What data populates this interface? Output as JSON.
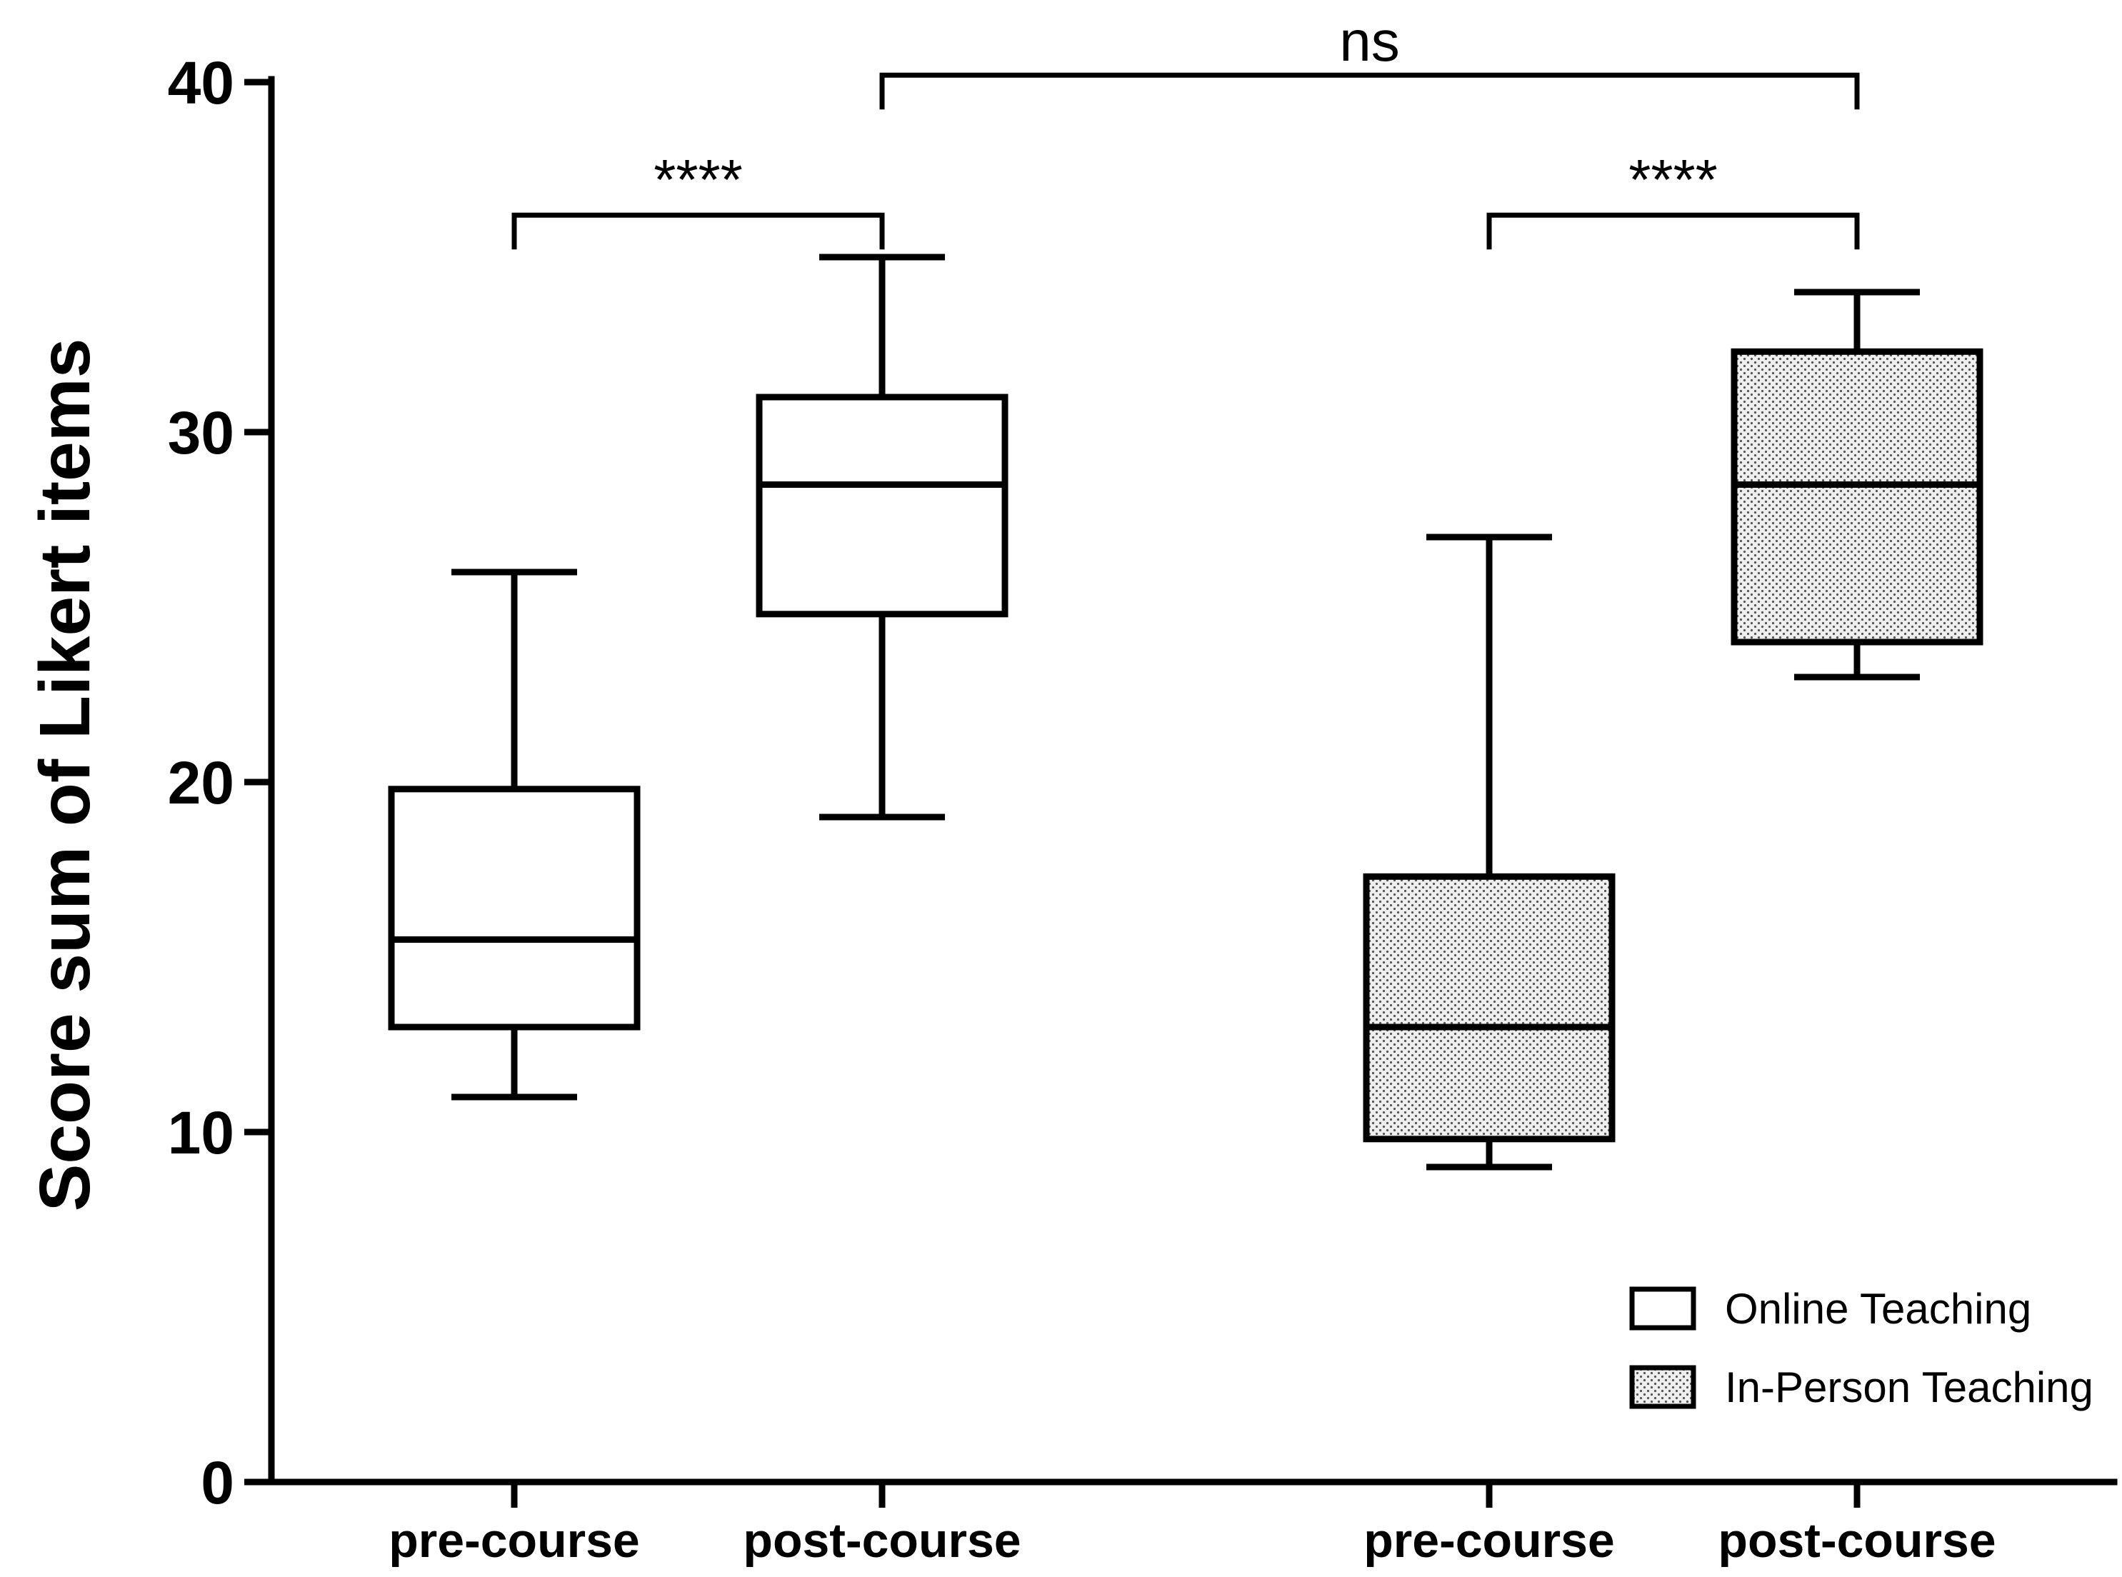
{
  "chart_data": {
    "type": "box",
    "ylabel": "Score sum of Likert  items",
    "xlabel": "",
    "title": "",
    "ylim": [
      0,
      40
    ],
    "yticks": [
      0,
      10,
      20,
      30,
      40
    ],
    "ytick_labels": [
      "0",
      "10",
      "20",
      "30",
      "40"
    ],
    "grid": false,
    "legend_position": "bottom-right",
    "series": [
      {
        "name": "Online Teaching",
        "fill": "plain",
        "color": "#ffffff"
      },
      {
        "name": "In-Person Teaching",
        "fill": "dotted",
        "color": "#d9d9d9"
      }
    ],
    "boxes": [
      {
        "category": "pre-course",
        "series": "Online Teaching",
        "min": 11,
        "q1": 13,
        "median": 15.5,
        "q3": 19.8,
        "max": 26
      },
      {
        "category": "post-course",
        "series": "Online Teaching",
        "min": 19,
        "q1": 24.8,
        "median": 28.5,
        "q3": 31,
        "max": 35
      },
      {
        "category": "pre-course",
        "series": "In-Person Teaching",
        "min": 9,
        "q1": 9.8,
        "median": 13,
        "q3": 17.3,
        "max": 27
      },
      {
        "category": "post-course",
        "series": "In-Person Teaching",
        "min": 23,
        "q1": 24,
        "median": 28.5,
        "q3": 32.3,
        "max": 34
      }
    ],
    "significance": [
      {
        "label": "****",
        "from": 0,
        "to": 1,
        "y": 36.2
      },
      {
        "label": "****",
        "from": 2,
        "to": 3,
        "y": 36.2
      },
      {
        "label": "ns",
        "from": 1,
        "to": 3,
        "y": 40.2
      }
    ]
  }
}
